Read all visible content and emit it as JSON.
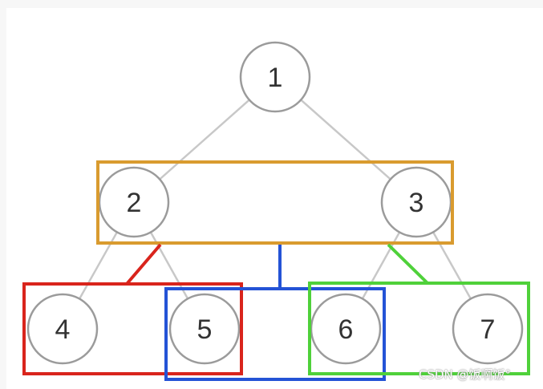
{
  "nodes": [
    {
      "id": "1",
      "label": "1"
    },
    {
      "id": "2",
      "label": "2"
    },
    {
      "id": "3",
      "label": "3"
    },
    {
      "id": "4",
      "label": "4"
    },
    {
      "id": "5",
      "label": "5"
    },
    {
      "id": "6",
      "label": "6"
    },
    {
      "id": "7",
      "label": "7"
    }
  ],
  "edges": [
    {
      "from": "1",
      "to": "2"
    },
    {
      "from": "1",
      "to": "3"
    },
    {
      "from": "2",
      "to": "4"
    },
    {
      "from": "2",
      "to": "5"
    },
    {
      "from": "3",
      "to": "6"
    },
    {
      "from": "3",
      "to": "7"
    }
  ],
  "groups": [
    {
      "name": "nodes 2 and 3",
      "color": "#d99b2f"
    },
    {
      "name": "nodes 4 and 5",
      "color": "#d9241c"
    },
    {
      "name": "nodes 5 and 6",
      "color": "#2453d6"
    },
    {
      "name": "nodes 6 and 7",
      "color": "#4fd13a"
    }
  ],
  "colors": {
    "edge": "#c8c8c8",
    "node_stroke": "#9b9b9b",
    "node_text": "#333333",
    "background": "#ffffff"
  },
  "watermark": "CSDN @饭啊饭°"
}
